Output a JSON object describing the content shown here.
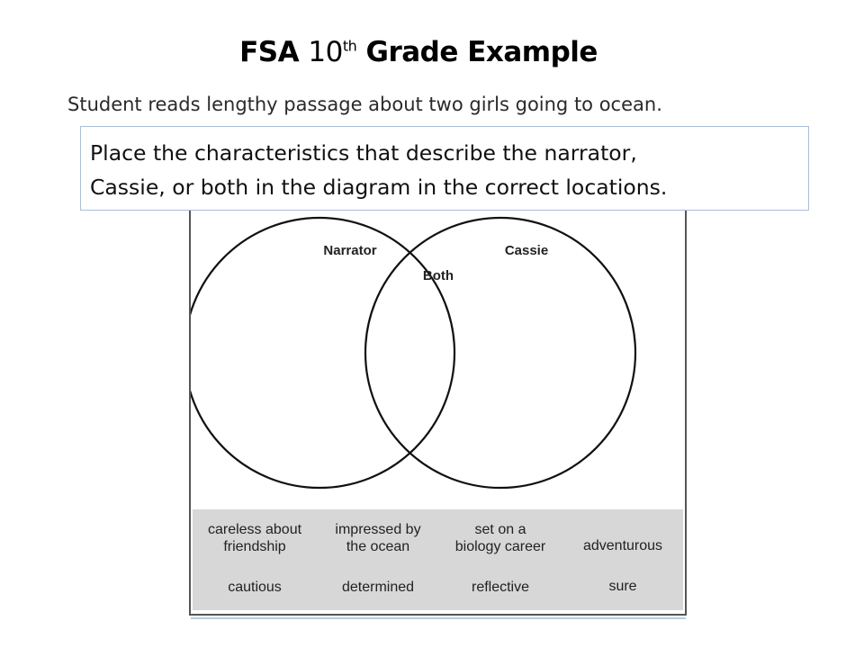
{
  "slide": {
    "title_prefix": "FSA",
    "title_grade": "10",
    "title_grade_suffix": "th",
    "title_rest": "Grade Example",
    "subtitle": "Student reads lengthy passage about two girls going to ocean."
  },
  "instruction": {
    "line1": "Place the characteristics that describe the narrator,",
    "line2": "Cassie, or both in the diagram in the correct locations."
  },
  "venn": {
    "left_label": "Narrator",
    "right_label": "Cassie",
    "overlap_label": "Both"
  },
  "tiles": {
    "row1": [
      {
        "line1": "careless about",
        "line2": "friendship"
      },
      {
        "line1": "impressed by",
        "line2": "the ocean"
      },
      {
        "line1": "set on a",
        "line2": "biology career"
      },
      {
        "line1": "adventurous",
        "line2": ""
      }
    ],
    "row2": [
      {
        "label": "cautious"
      },
      {
        "label": "determined"
      },
      {
        "label": "reflective"
      },
      {
        "label": "sure"
      }
    ]
  }
}
